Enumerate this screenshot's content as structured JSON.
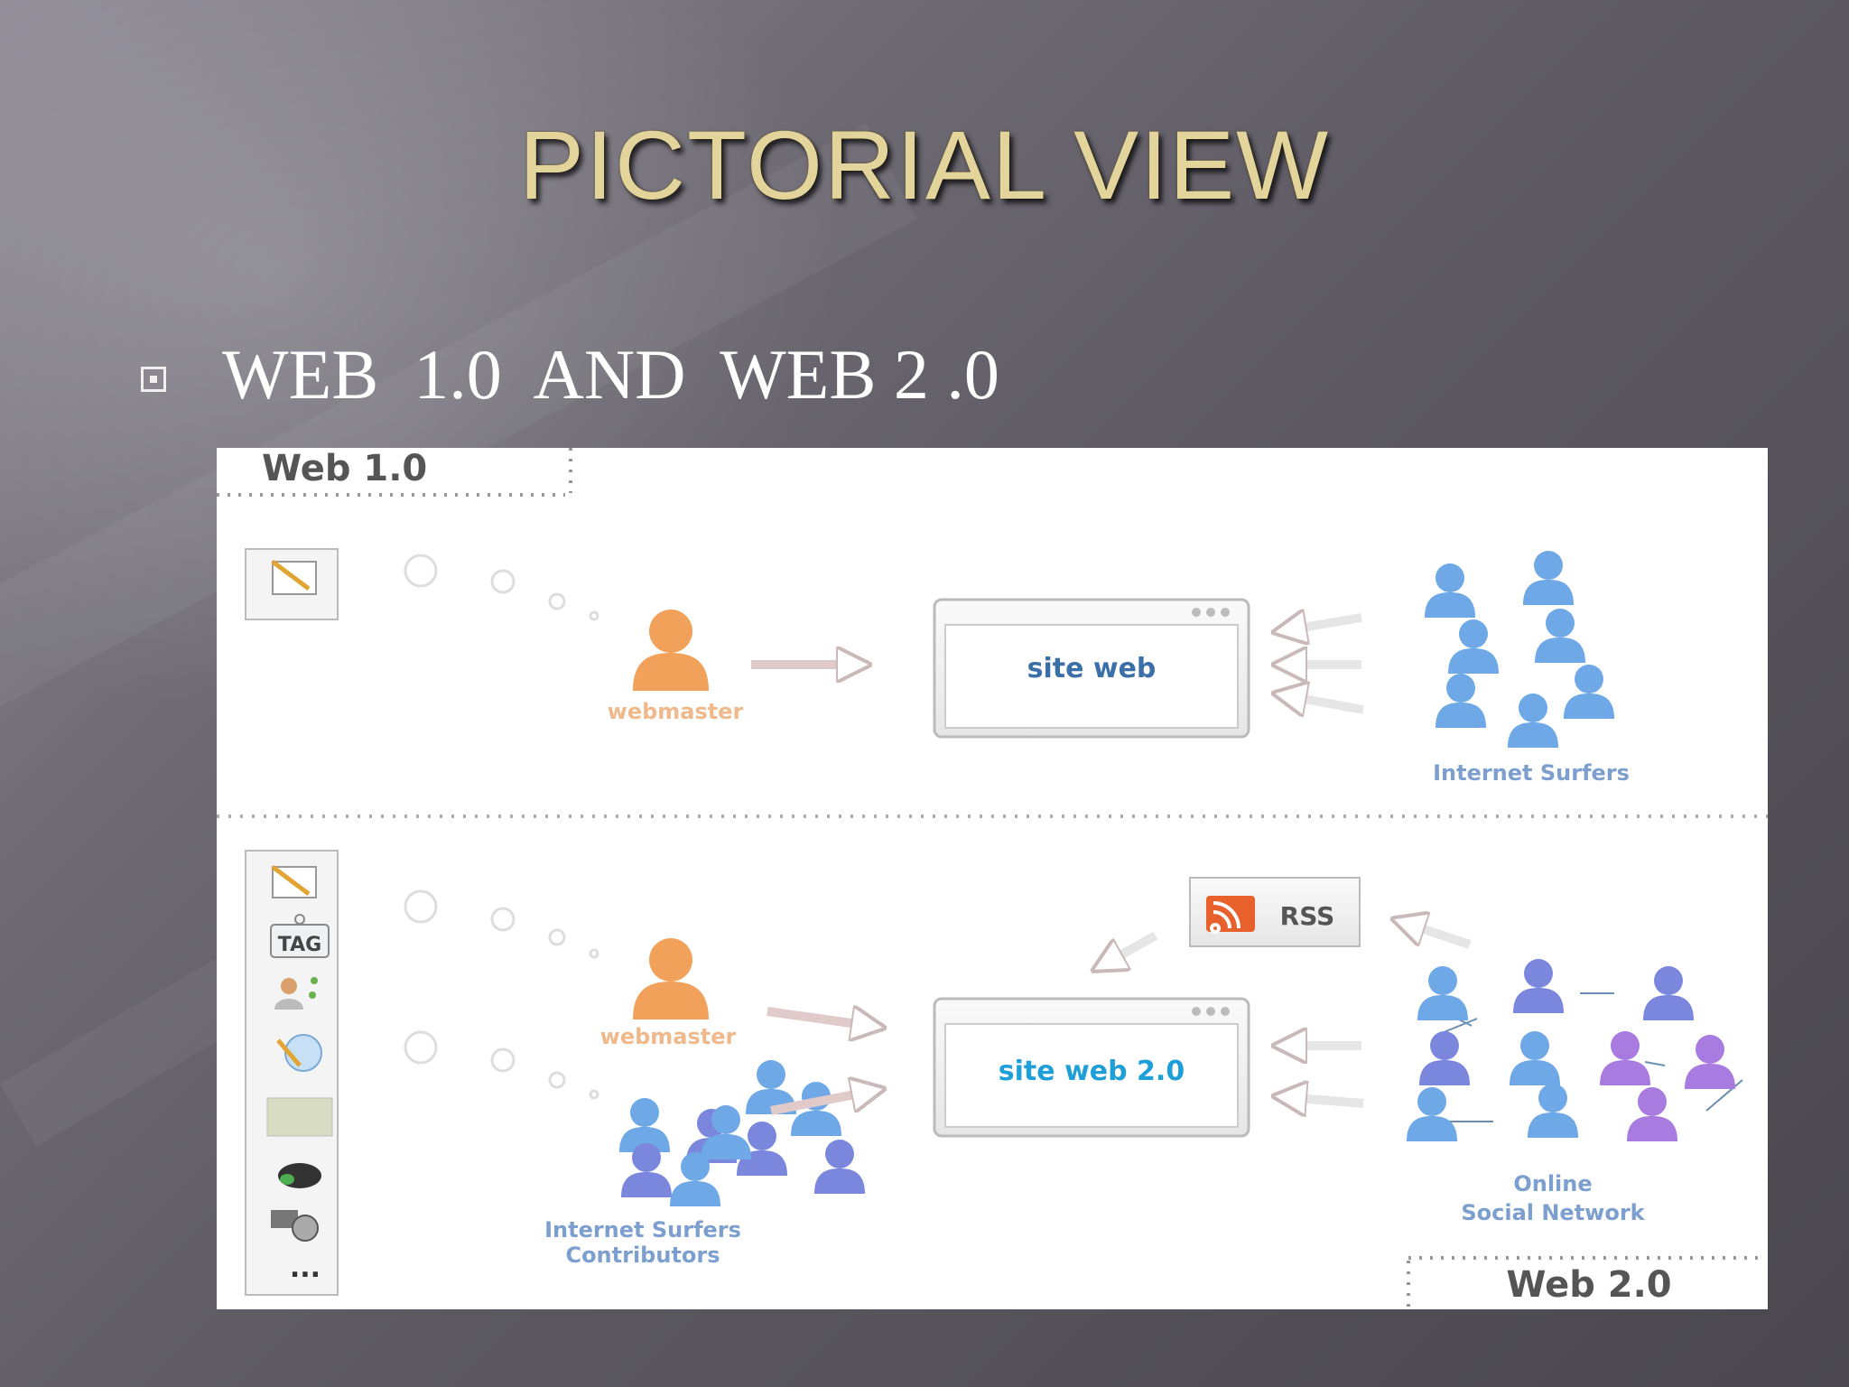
{
  "slide": {
    "title": "PICTORIAL VIEW",
    "bullet": "WEB  1.0  AND  WEB 2 .0"
  },
  "diagram": {
    "web1": {
      "section_label": "Web 1.0",
      "webmaster_label": "webmaster",
      "site_label": "site web",
      "surfers_label": "Internet Surfers"
    },
    "web2": {
      "section_label": "Web 2.0",
      "webmaster_label": "webmaster",
      "site_label": "site web 2.0",
      "rss_label": "RSS",
      "contributors_label_line1": "Internet Surfers",
      "contributors_label_line2": "Contributors",
      "network_label_line1": "Online",
      "network_label_line2": "Social Network",
      "tools": {
        "tag_label": "TAG",
        "more_label": "..."
      }
    },
    "colors": {
      "webmaster": "#f2a15a",
      "user_blue": "#6ea8e6",
      "user_purple": "#a77be0",
      "site_text_web1": "#3a6fa8",
      "site_text_web2": "#1f9fd8",
      "label_blue": "#7c9fcf",
      "rss_orange": "#e8602c"
    }
  }
}
